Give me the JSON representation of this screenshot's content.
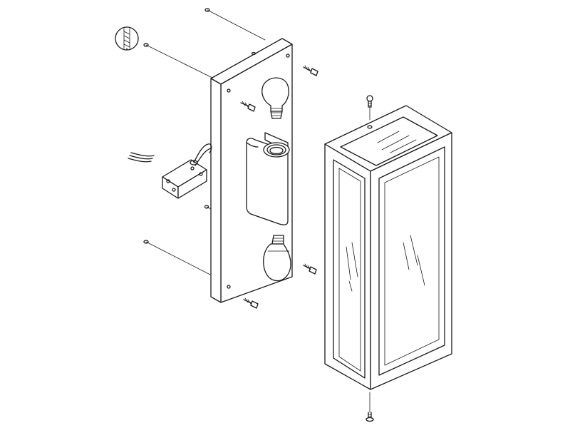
{
  "diagram": {
    "type": "exploded-assembly-drawing",
    "background_color": "#ffffff",
    "line_color": "#1a1a1a",
    "labels": [],
    "parts": [
      {
        "name": "wall-plugs",
        "icon": "wall-plug-icon"
      },
      {
        "name": "wall-mounting-plate",
        "icon": "mounting-plate-icon"
      },
      {
        "name": "screws",
        "icon": "screw-icon"
      },
      {
        "name": "light-bulbs",
        "icon": "light-bulb-icon"
      },
      {
        "name": "reflector",
        "icon": "reflector-icon"
      },
      {
        "name": "junction-box",
        "icon": "junction-box-icon"
      },
      {
        "name": "supply-cable",
        "icon": "cable-icon"
      },
      {
        "name": "glass-housing",
        "icon": "lantern-housing-icon"
      },
      {
        "name": "drill-detail-callout",
        "icon": "drill-detail-icon"
      }
    ]
  }
}
